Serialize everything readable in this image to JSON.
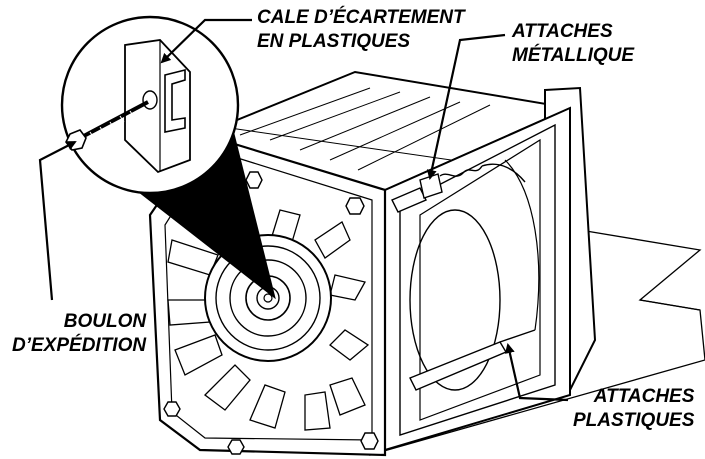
{
  "labels": {
    "spacer": {
      "line1": "CALE D’ÉCARTEMENT",
      "line2": "EN PLASTIQUES"
    },
    "metal": {
      "line1": "ATTACHES",
      "line2": "MÉTALLIQUE"
    },
    "bolt": {
      "line1": "BOULON",
      "line2": "D’EXPÉDITION"
    },
    "plastic": {
      "line1": "ATTACHES",
      "line2": "PLASTIQUES"
    }
  },
  "colors": {
    "ink": "#000000",
    "paper": "#ffffff"
  }
}
